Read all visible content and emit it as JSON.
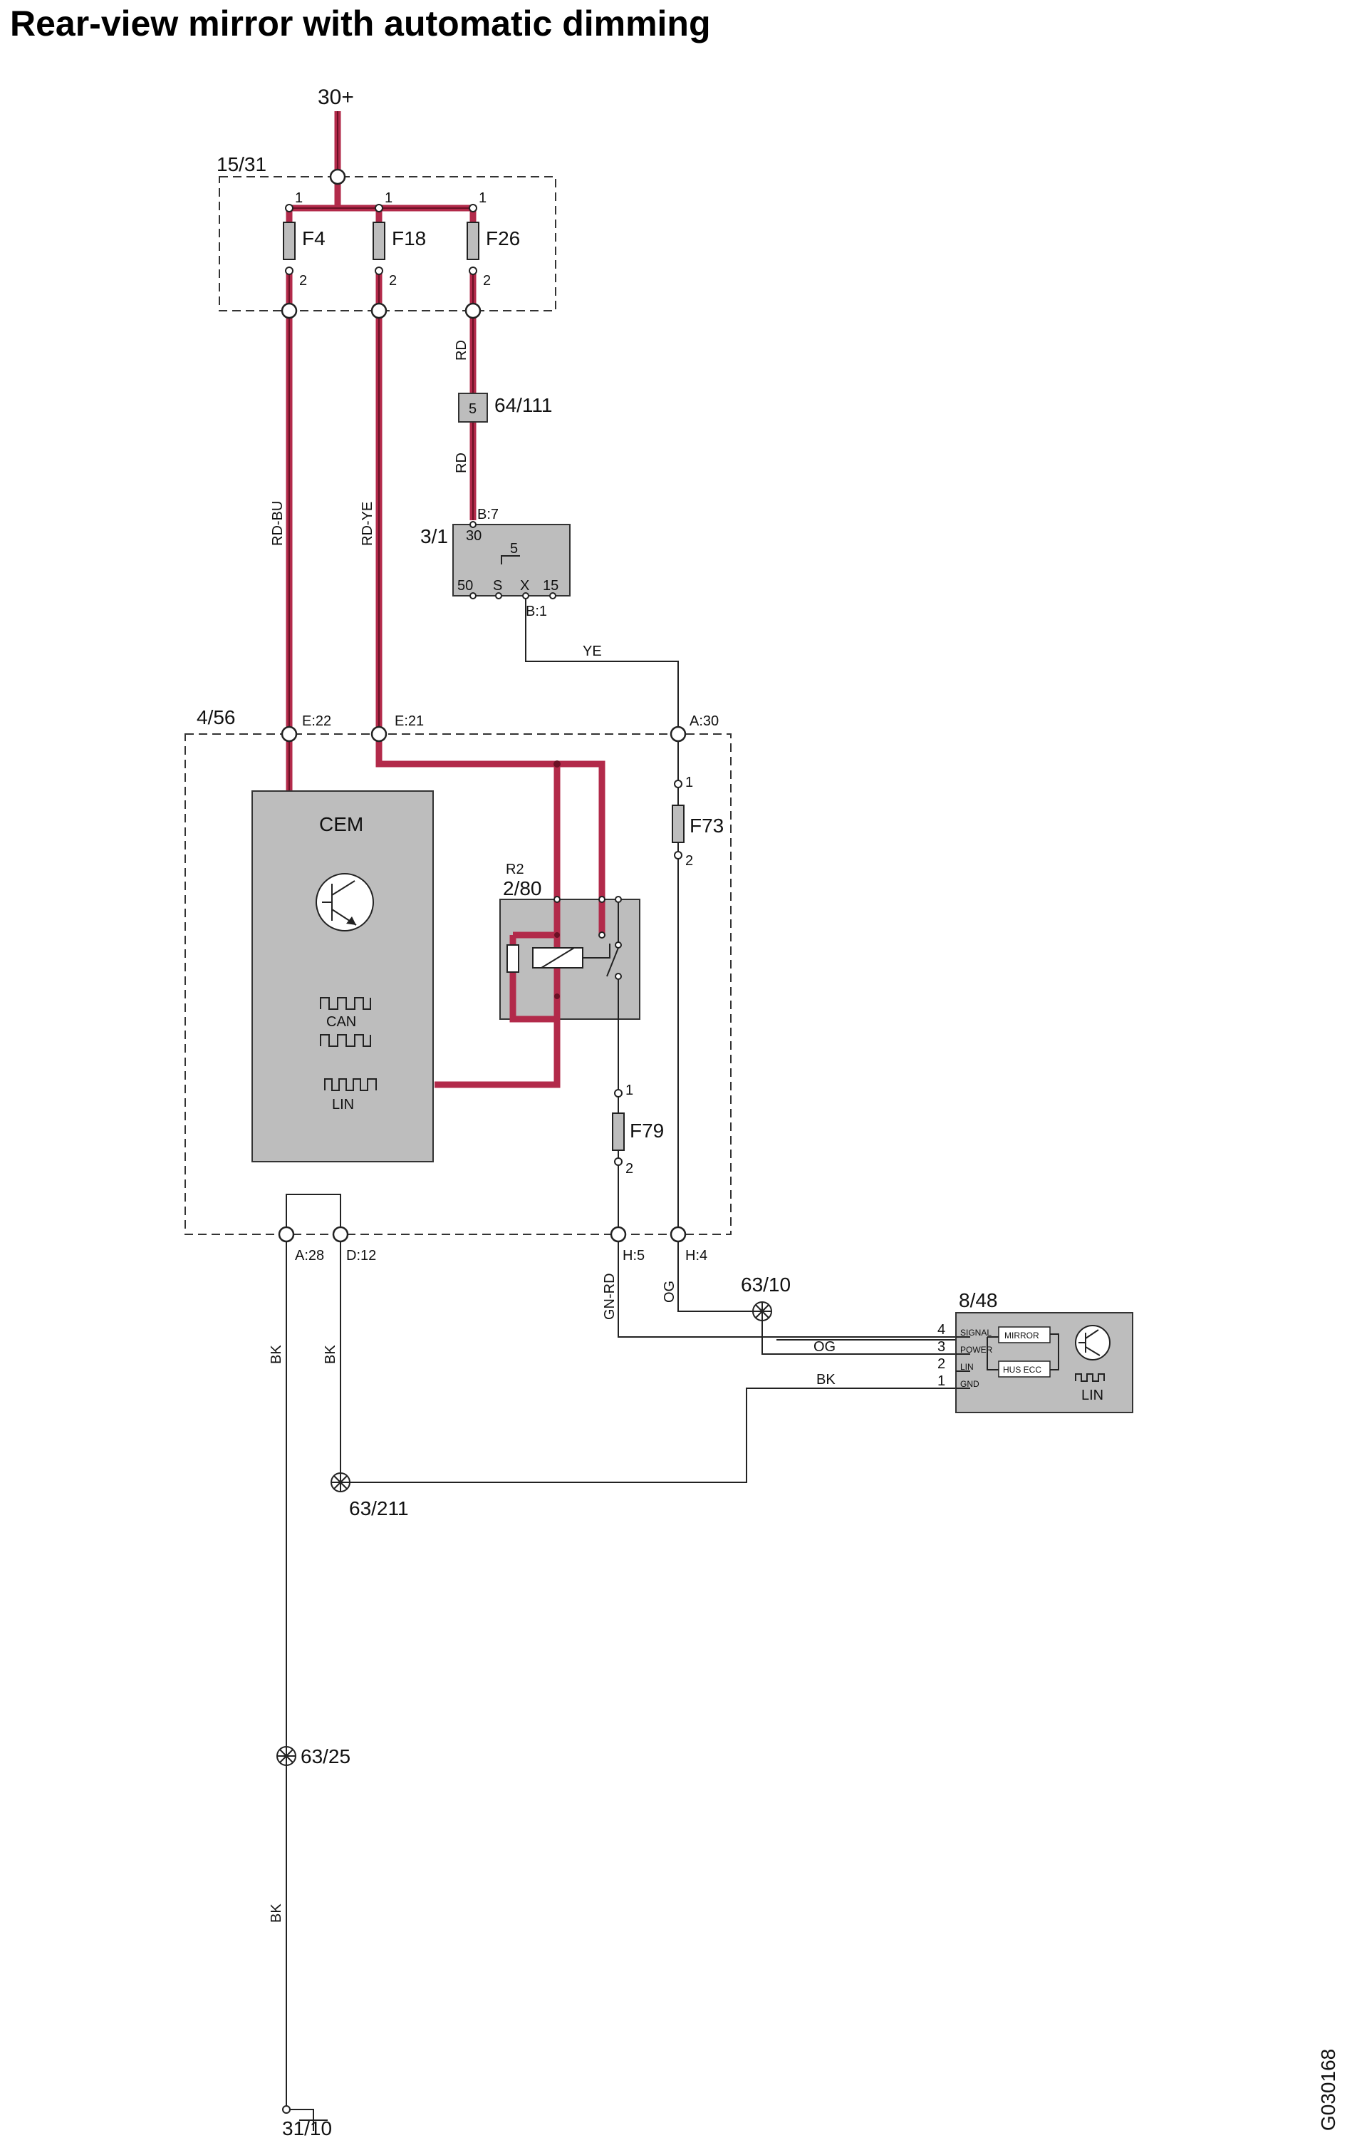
{
  "title": "Rear-view mirror with automatic dimming",
  "figure_id": "G030168",
  "supply": "30+",
  "ground": "31/10",
  "fusebox": {
    "id": "15/31",
    "fuses": [
      {
        "name": "F4",
        "pin_in": "1",
        "pin_out": "2"
      },
      {
        "name": "F18",
        "pin_in": "1",
        "pin_out": "2"
      },
      {
        "name": "F26",
        "pin_in": "1",
        "pin_out": "2"
      }
    ]
  },
  "connector_64_111": {
    "id": "64/111",
    "pin": "5"
  },
  "ignition_switch": {
    "id": "3/1",
    "pin_in": "B:7",
    "pin_out": "B:1",
    "terminal_30": "30",
    "terminal_5": "5",
    "terminals": [
      "50",
      "S",
      "X",
      "15"
    ]
  },
  "cem_module": {
    "id": "4/56",
    "label": "CEM",
    "bus_can": "CAN",
    "bus_lin": "LIN",
    "pins_top": [
      "E:22",
      "E:21",
      "A:30"
    ],
    "pins_bottom": [
      "A:28",
      "D:12",
      "H:5",
      "H:4"
    ],
    "fuse_f73": {
      "name": "F73",
      "pin_in": "1",
      "pin_out": "2"
    },
    "fuse_f79": {
      "name": "F79",
      "pin_in": "1",
      "pin_out": "2"
    },
    "relay": {
      "name": "R2",
      "id": "2/80"
    }
  },
  "mirror": {
    "id": "8/48",
    "pins": [
      {
        "num": "4",
        "name": "SIGNAL"
      },
      {
        "num": "3",
        "name": "POWER"
      },
      {
        "num": "2",
        "name": "LIN"
      },
      {
        "num": "1",
        "name": "GND"
      }
    ],
    "block_mirror": "MIRROR",
    "block_hus": "HUS ECC",
    "bus": "LIN"
  },
  "splices": [
    "63/10",
    "63/211",
    "63/25"
  ],
  "wire_colors": {
    "f4": "RD-BU",
    "f18": "RD-YE",
    "f26_upper": "RD",
    "f26_lower": "RD",
    "ign_out": "YE",
    "h5": "GN-RD",
    "h4": "OG",
    "splice_og": "OG",
    "mirror_gnd": "BK",
    "a28": "BK",
    "d12": "BK",
    "ground_lower": "BK"
  },
  "colors": {
    "power_wire": "#b22a4a",
    "component_fill": "#bdbdbd"
  }
}
